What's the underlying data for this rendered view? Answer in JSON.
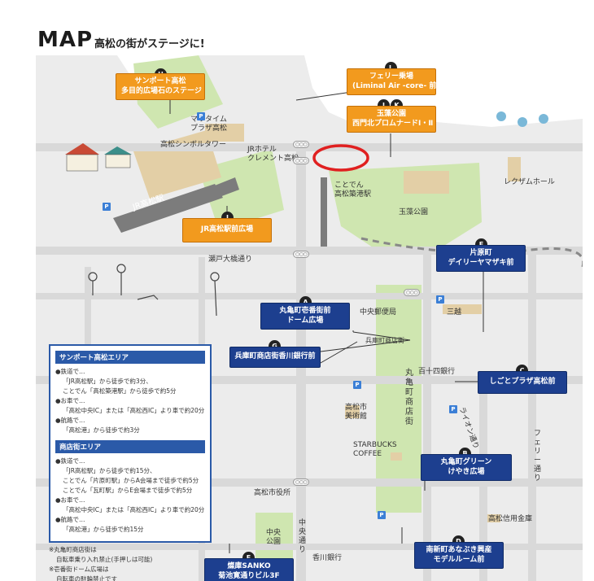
{
  "header": {
    "title": "MAP",
    "subtitle": "高松の街がステージに!"
  },
  "colors": {
    "orange": "#f29a1e",
    "navy": "#1d3f8f",
    "green": "#cfe6b0",
    "road": "#d9d9d9",
    "sea": "#ffffff",
    "highlight": "#e02020"
  },
  "place_labels": {
    "maritime": "マリタイム\nプラザ高松",
    "symbol_tower": "高松シンボルタワー",
    "jr_hotel": "JRホテル\nクレメント高松",
    "jr_station": "JR高松駅",
    "kotoden": "ことでん\n高松築港駅",
    "tamamo_park": "玉藻公園",
    "rexam": "レクザムホール",
    "seto_ohashi": "瀬戸大橋通り",
    "post_office": "中央郵便局",
    "mitsukoshi": "三越",
    "hyogomachi": "兵庫町商店街",
    "hyakujushi": "百十四銀行",
    "marugame_street": "丸亀町商店街",
    "lion": "ライオン通り",
    "ferry_street": "フェリー通り",
    "museum": "高松市\n美術館",
    "starbucks": "STARBUCKS\nCOFFEE",
    "city_hall": "高松市役所",
    "chuo_park": "中央\n公園",
    "chuo_dori": "中央通り",
    "kagawa_bank": "香川銀行",
    "shinkin": "高松信用金庫"
  },
  "venues": [
    {
      "id": "H",
      "name": "サンポート高松\n多目的広場石のステージ",
      "style": "orange"
    },
    {
      "id": "L",
      "name": "フェリー乗場\n(Liminal Air -core- 前)",
      "style": "orange"
    },
    {
      "id": "JK",
      "name": "玉藻公園\n西門北プロムナードⅠ・Ⅱ",
      "style": "orange"
    },
    {
      "id": "I",
      "name": "JR高松駅前広場",
      "style": "orange"
    },
    {
      "id": "F",
      "name": "片原町\nデイリーヤマザキ前",
      "style": "navy"
    },
    {
      "id": "A",
      "name": "丸亀町壱番街前\nドーム広場",
      "style": "navy"
    },
    {
      "id": "G",
      "name": "兵庫町商店街香川銀行前",
      "style": "navy"
    },
    {
      "id": "C",
      "name": "しごとプラザ高松前",
      "style": "navy"
    },
    {
      "id": "B",
      "name": "丸亀町グリーン\nけやき広場",
      "style": "navy"
    },
    {
      "id": "D",
      "name": "南新町あなぶき興産\nモデルルーム前",
      "style": "navy"
    },
    {
      "id": "E",
      "name": "燦庫SANKO\n菊池寛通りビル3F",
      "style": "navy"
    }
  ],
  "badges": {
    "H": "H",
    "L": "L",
    "J": "J",
    "K": "K",
    "I": "I",
    "F": "F",
    "A": "A",
    "G": "G",
    "C": "C",
    "B": "B",
    "D": "D",
    "E": "E"
  },
  "parking_symbol": "P",
  "info": {
    "area1": {
      "title": "サンポート高松エリア",
      "lines": [
        "●鉄道で…",
        "「JR高松駅」から徒歩で約3分、",
        "ことでん「高松築港駅」から徒歩で約5分",
        "●お車で…",
        "「高松中央IC」または「高松西IC」より車で約20分",
        "●航路で…",
        "「高松港」から徒歩で約3分"
      ]
    },
    "area2": {
      "title": "商店街エリア",
      "lines": [
        "●鉄道で…",
        "「JR高松駅」から徒歩で約15分、",
        "ことでん「片原町駅」からA会場まで徒歩で約5分",
        "ことでん「瓦町駅」からE会場まで徒歩で約5分",
        "●お車で…",
        "「高松中央IC」または「高松西IC」より車で約20分",
        "●航路で…",
        "「高松港」から徒歩で約15分"
      ]
    }
  },
  "notes": [
    "※丸亀町商店街は",
    "自転車乗り入れ禁止(手押しは可能)",
    "※壱番街ドーム広場は",
    "自転車の駐輪禁止です"
  ]
}
